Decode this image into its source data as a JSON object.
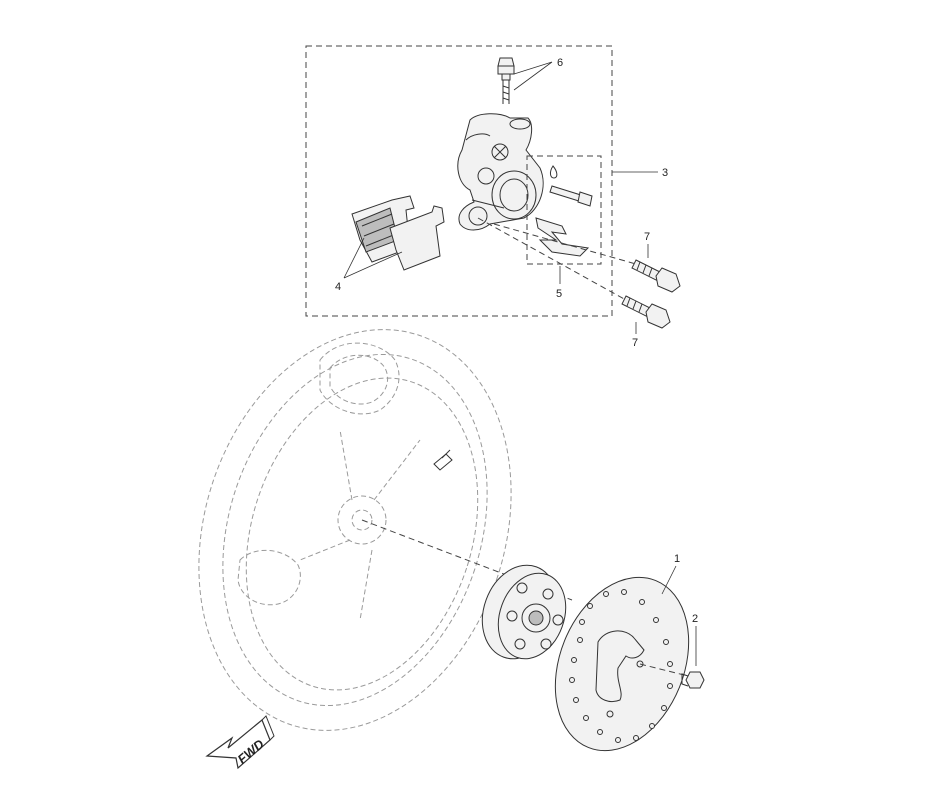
{
  "callouts": {
    "part_1": "1",
    "part_2": "2",
    "part_3": "3",
    "part_4": "4",
    "part_5": "5",
    "part_6": "6",
    "part_7a": "7",
    "part_7b": "7"
  },
  "direction_arrow": {
    "label": "FWD",
    "icon": "forward-arrow-icon"
  },
  "colors": {
    "line": "#333333",
    "phantom": "#9a9a9a",
    "pad_friction": "#9e9e9e"
  }
}
